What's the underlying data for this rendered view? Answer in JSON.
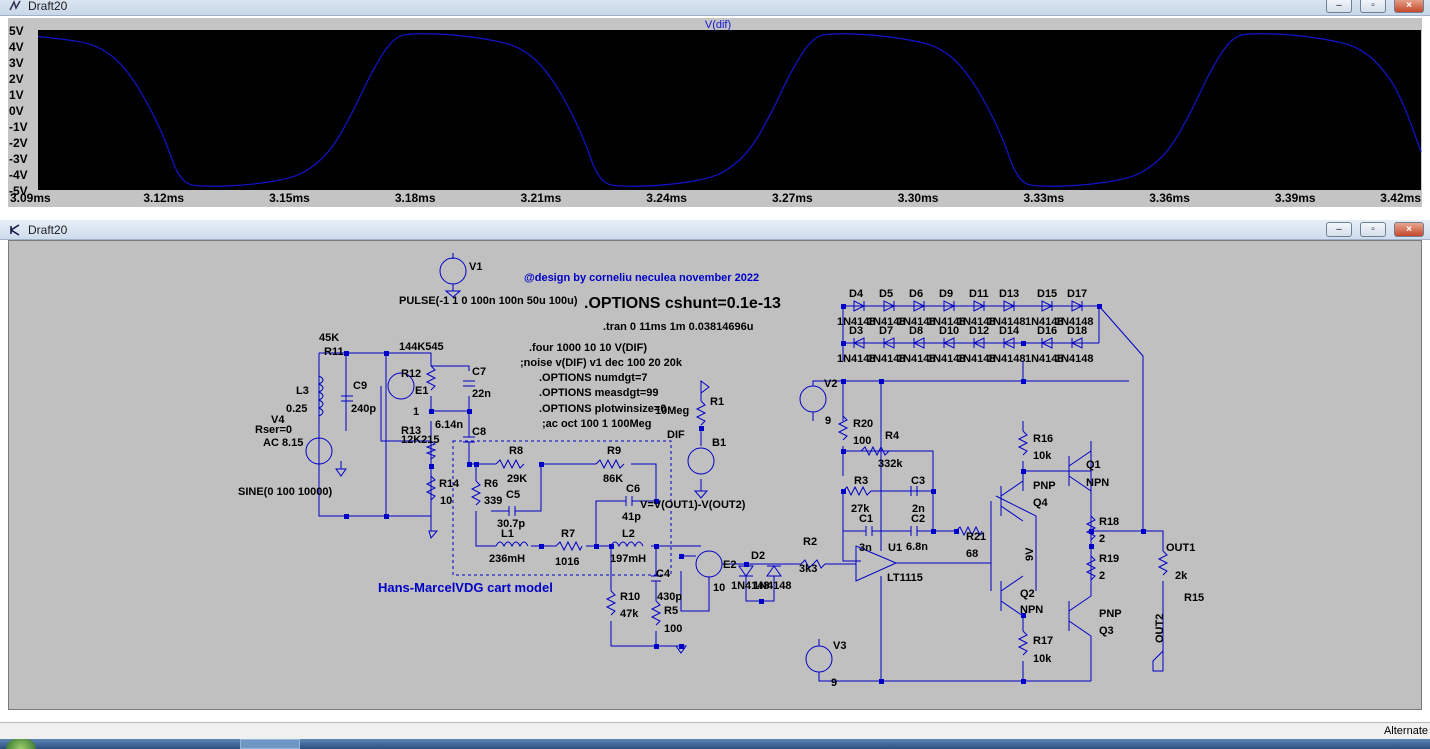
{
  "wave_window": {
    "title": "Draft20",
    "trace_name": "V(dif)",
    "y_ticks": [
      "5V",
      "4V",
      "3V",
      "2V",
      "1V",
      "0V",
      "-1V",
      "-2V",
      "-3V",
      "-4V",
      "-5V"
    ],
    "x_ticks": [
      "3.09ms",
      "3.12ms",
      "3.15ms",
      "3.18ms",
      "3.21ms",
      "3.24ms",
      "3.27ms",
      "3.30ms",
      "3.33ms",
      "3.36ms",
      "3.39ms",
      "3.42ms"
    ],
    "trace_color": "#1414d0",
    "bg_color": "#000000"
  },
  "chart_data": {
    "type": "line",
    "title": "V(dif)",
    "xlabel": "",
    "ylabel": "",
    "xlim": [
      3.09,
      3.42
    ],
    "ylim": [
      -5,
      5
    ],
    "series": [
      {
        "name": "V(dif)",
        "x": [
          3.09,
          3.1,
          3.105,
          3.11,
          3.115,
          3.12,
          3.124,
          3.13,
          3.14,
          3.15,
          3.155,
          3.16,
          3.165,
          3.17,
          3.175,
          3.18,
          3.19,
          3.2,
          3.205,
          3.21,
          3.215,
          3.22,
          3.224,
          3.23,
          3.24,
          3.25,
          3.255,
          3.26,
          3.265,
          3.27,
          3.275,
          3.28,
          3.29,
          3.3,
          3.305,
          3.31,
          3.315,
          3.32,
          3.324,
          3.33,
          3.34,
          3.35,
          3.355,
          3.36,
          3.365,
          3.37,
          3.375,
          3.38,
          3.39,
          3.4,
          3.405,
          3.41,
          3.415,
          3.42
        ],
        "y": [
          4.6,
          4.3,
          3.9,
          2.9,
          1.0,
          -1.6,
          -4.6,
          -4.8,
          -4.7,
          -4.3,
          -3.7,
          -2.5,
          -0.2,
          2.6,
          4.6,
          4.8,
          4.7,
          4.3,
          3.9,
          2.9,
          1.0,
          -1.6,
          -4.6,
          -4.8,
          -4.7,
          -4.3,
          -3.7,
          -2.5,
          -0.2,
          2.6,
          4.6,
          4.8,
          4.7,
          4.3,
          3.9,
          2.9,
          1.0,
          -1.6,
          -4.6,
          -4.8,
          -4.7,
          -4.3,
          -3.7,
          -2.5,
          -0.2,
          2.6,
          4.6,
          4.8,
          4.7,
          4.3,
          3.9,
          2.9,
          1.0,
          -2.6
        ]
      }
    ]
  },
  "schematic_window": {
    "title": "Draft20",
    "labels": {
      "v1": "V1",
      "pulse": "PULSE(-1 1 0 100n 100n 50u 100u)",
      "design": "@design by corneliu neculea november 2022",
      "options_cshunt": ".OPTIONS cshunt=0.1e-13",
      "tran": ".tran 0 11ms 1m 0.03814696u",
      "four": ".four 1000 10 10 V(DIF)",
      "noise": ";noise v(DIF) v1 dec 100 20 20k",
      "numdgt": ".OPTIONS numdgt=7",
      "measdgt": ".OPTIONS measdgt=99",
      "plotwinsize": ".OPTIONS plotwinsize=0",
      "acoct": ";ac oct 100 1 100Meg",
      "model": "Hans-MarcelVDG cart model",
      "r45k": "45K",
      "r11": "R11",
      "l3": "L3",
      "l3v": "0.25",
      "c9": "C9",
      "c9v": "240p",
      "v4": "V4",
      "rser": "Rser=0",
      "ac": "AC 8.15",
      "sine": "SINE(0 100 10000)",
      "k545": "144K545",
      "r12": "R12",
      "e1": "E1",
      "e1v": "1",
      "c7": "C7",
      "c7v": "22n",
      "r13": "R13",
      "r13v": "12K215",
      "c8v": "6.14n",
      "c8": "C8",
      "r14": "R14",
      "r14v": "10",
      "r8": "R8",
      "r8v": "29K",
      "r9": "R9",
      "r9v": "86K",
      "r6": "R6",
      "r6v": "339",
      "c5": "C5",
      "c5v": "30.7p",
      "l1": "L1",
      "l1v": "236mH",
      "r7": "R7",
      "r7v": "1016",
      "l2": "L2",
      "l2v": "197mH",
      "c6": "C6",
      "c6v": "41p",
      "vexpr": "V=V(OUT1)-V(OUT2)",
      "r1": "R1",
      "r1v": "10Meg",
      "dif": "DIF",
      "b1": "B1",
      "c4": "C4",
      "c4v": "430p",
      "r10": "R10",
      "r10v": "47k",
      "r5": "R5",
      "r5v": "100",
      "e2": "E2",
      "e2v": "10",
      "d1n": "1N4148",
      "d2": "D2",
      "d2n": "1N4148",
      "r2": "R2",
      "r2v": "3k3",
      "v2": "V2",
      "v2v": "9",
      "r20": "R20",
      "r20v": "100",
      "r4": "R4",
      "r4v": "332k",
      "r3": "R3",
      "r3v": "27k",
      "c3": "C3",
      "c3v": "2n",
      "c1": "C1",
      "c1v": "3n",
      "c2": "C2",
      "c2v": "6.8n",
      "u1": "U1",
      "lt": "LT1115",
      "r21": "R21",
      "r21v": "68",
      "r16": "R16",
      "r16v": "10k",
      "pnp1": "PNP",
      "q4": "Q4",
      "q1": "Q1",
      "npn1": "NPN",
      "r18": "R18",
      "r18v": "2",
      "r19": "R19",
      "r19v": "2",
      "out1": "OUT1",
      "r15v": "2k",
      "r15": "R15",
      "out2": "OUT2",
      "q2": "Q2",
      "npn2": "NPN",
      "pnp2": "PNP",
      "q3": "Q3",
      "r17": "R17",
      "r17v": "10k",
      "v3": "V3",
      "v3v": "9",
      "nine_v": "9V"
    },
    "diodes_top": [
      "D4",
      "D5",
      "D6",
      "D9",
      "D11",
      "D13",
      "D15",
      "D17"
    ],
    "diodes_bottom": [
      "D3",
      "D7",
      "D8",
      "D10",
      "D12",
      "D14",
      "D16",
      "D18"
    ],
    "diode_model": "1N4148",
    "wire_color": "#0000c8",
    "bg_color": "#c0c0c0"
  },
  "status_bar": {
    "text": "Alternate"
  }
}
